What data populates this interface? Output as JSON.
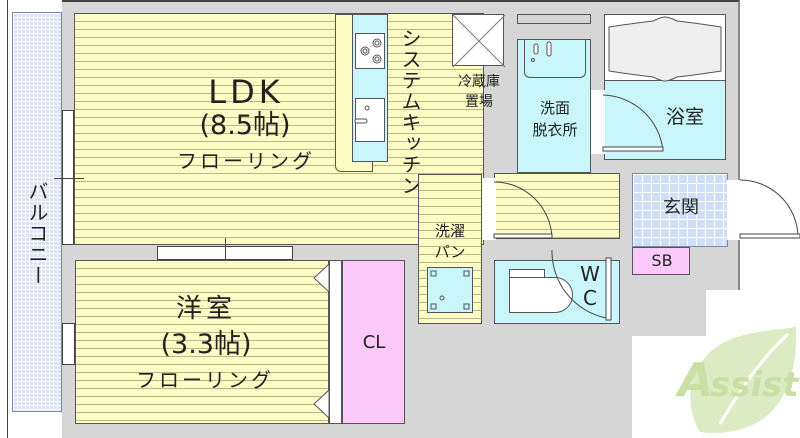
{
  "floor_plan": {
    "rooms": {
      "ldk": {
        "name": "LDK",
        "size": "(8.5帖)",
        "flooring": "フローリング"
      },
      "western_room": {
        "name": "洋室",
        "size": "(3.3帖)",
        "flooring": "フローリング"
      },
      "kitchen": {
        "label": "システムキッチン"
      },
      "fridge": {
        "line1": "冷蔵庫",
        "line2": "置場"
      },
      "washroom": {
        "line1": "洗面",
        "line2": "脱衣所"
      },
      "bathroom": {
        "label": "浴室"
      },
      "entrance": {
        "label": "玄関"
      },
      "shoe_box": {
        "label": "SB"
      },
      "closet": {
        "label": "CL"
      },
      "laundry_pan": {
        "line1": "洗濯",
        "line2": "パン"
      },
      "toilet": {
        "line1": "W",
        "line2": "C"
      },
      "balcony": {
        "label": "バルコニー"
      }
    },
    "watermark": {
      "text_first": "A",
      "text_rest": "ssist"
    },
    "colors": {
      "floor": "#fcfcc4",
      "wet_area": "#c8f6fb",
      "tile": "#cfe0f6",
      "storage": "#fbcafa",
      "wall": "#d6d6d6",
      "watermark_green": "#d4e8b4",
      "watermark_red": "#e9a6ac"
    }
  }
}
